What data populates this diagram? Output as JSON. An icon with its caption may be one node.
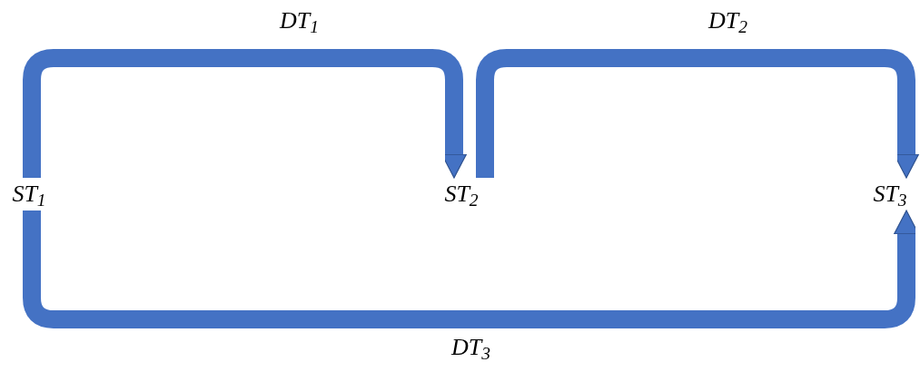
{
  "diagram": {
    "nodes": [
      {
        "text": [
          "ST$_{1}$"
        ]
      },
      {
        "text": [
          "ST$_{2}$"
        ]
      },
      {
        "text": [
          "ST$_{3}$"
        ]
      }
    ],
    "edges": [
      {
        "from": 0,
        "to": 1,
        "arrow": "to",
        "label": "DT$_{1}$"
      },
      {
        "from": 1,
        "to": 2,
        "arrow": "to",
        "label": "DT$_{2}$"
      },
      {
        "from": 0,
        "to": 2,
        "arrow": "to",
        "label": "DT$_{3}$"
      }
    ]
  }
}
